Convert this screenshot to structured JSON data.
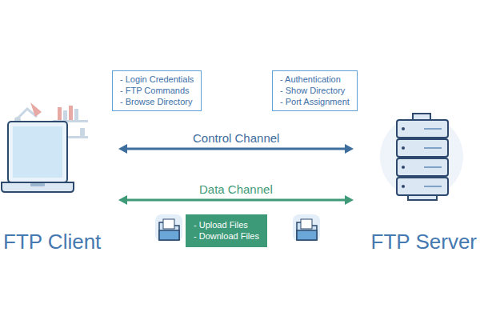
{
  "diagram": {
    "nodes": [
      {
        "text": [
          "- Login Credentials",
          "- FTP Commands",
          "- Browse Directory"
        ]
      },
      {
        "text": [
          "- Authentication",
          "- Show Directory",
          "- Port Assignment"
        ]
      },
      {
        "text": [
          "FTP Client"
        ]
      },
      {
        "text": [
          "FTP Server"
        ]
      },
      {
        "text": [
          "- Upload Files",
          "- Download Files"
        ]
      }
    ],
    "edges": [
      {
        "from": 2,
        "to": 3,
        "label": "Control Channel",
        "arrow": "both"
      },
      {
        "from": 2,
        "to": 3,
        "label": "Data Channel",
        "arrow": "both"
      }
    ]
  }
}
